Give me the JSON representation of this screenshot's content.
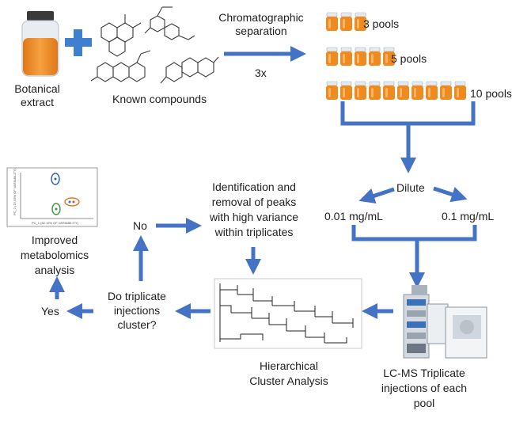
{
  "diagram": {
    "botanical_extract": "Botanical\nextract",
    "known_compounds": "Known compounds",
    "separation": "Chromatographic\nseparation",
    "repeat": "3x",
    "pools": [
      {
        "label": "3 pools",
        "count": 3
      },
      {
        "label": "5 pools",
        "count": 5
      },
      {
        "label": "10 pools",
        "count": 10
      }
    ],
    "dilute": "Dilute",
    "conc_low": "0.01 mg/mL",
    "conc_high": "0.1 mg/mL",
    "lcms": "LC-MS Triplicate\ninjections of each\npool",
    "hca": "Hierarchical\nCluster Analysis",
    "question": "Do triplicate\ninjections\ncluster?",
    "yes": "Yes",
    "no": "No",
    "identification": "Identification and\nremoval of peaks\nwith high variance\nwithin triplicates",
    "improved": "Improved\nmetabolomics\nanalysis",
    "pca": {
      "y_axis": "PC_2 (15.53% OF VARIABILITY)",
      "x_axis": "PC_1 (82.19% OF VARIABILITY)"
    },
    "colors": {
      "arrow": "#4472c4",
      "vial_fill": "#f08c1e",
      "vial_glass": "#dfe3e8",
      "plus": "#3f7fcf"
    }
  }
}
